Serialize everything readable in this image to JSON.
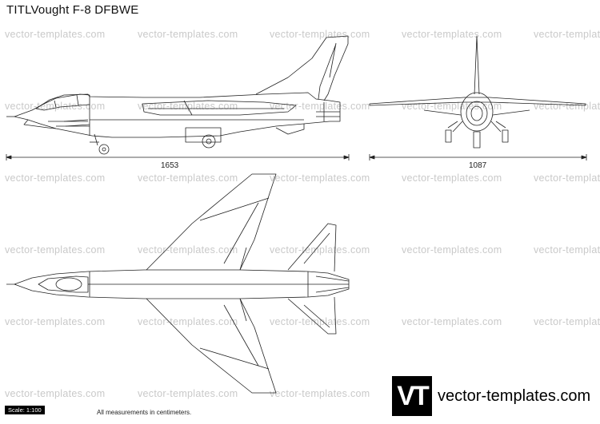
{
  "title": "TITLVought F-8 DFBWE",
  "watermark": "vector-templates.com",
  "dimensions": {
    "length": "1653",
    "span": "1087"
  },
  "footer": {
    "scale": "Scale: 1:100",
    "note": "All measurements in centimeters.",
    "brand_logo": "VT",
    "brand_text": "vector-templates.com"
  },
  "colors": {
    "line": "#222222",
    "watermark": "#c9c9c9",
    "logo_bg": "#000000"
  }
}
